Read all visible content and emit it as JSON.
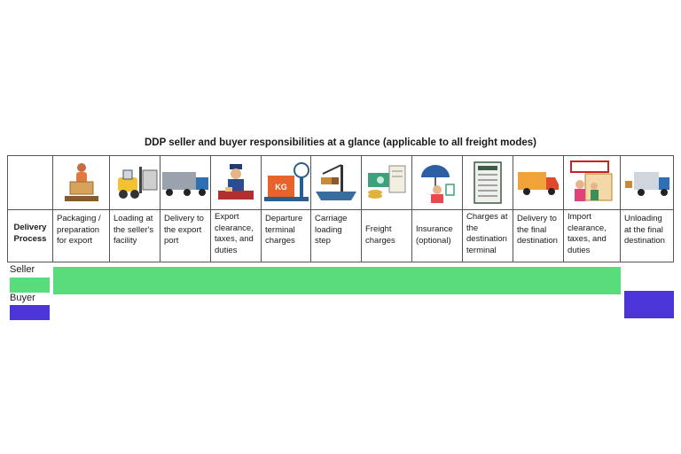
{
  "title": "DDP seller and buyer responsibilities at a glance (applicable to all freight modes)",
  "row_header": "Delivery Process",
  "steps": [
    {
      "label": "Packaging / preparation for export",
      "icon": "packaging-icon"
    },
    {
      "label": "Loading at the seller's facility",
      "icon": "forklift-icon"
    },
    {
      "label": "Delivery to the export port",
      "icon": "truck-icon"
    },
    {
      "label": "Export clearance, taxes, and duties",
      "icon": "customs-officer-icon"
    },
    {
      "label": "Departure terminal charges",
      "icon": "scale-kg-icon"
    },
    {
      "label": "Carriage loading step",
      "icon": "crane-ship-icon"
    },
    {
      "label": "Freight charges",
      "icon": "money-bill-icon"
    },
    {
      "label": "Insurance (optional)",
      "icon": "insurance-umbrella-icon"
    },
    {
      "label": "Charges at the destination terminal",
      "icon": "receipt-icon"
    },
    {
      "label": "Delivery to the final destination",
      "icon": "delivery-van-icon"
    },
    {
      "label": "Import clearance, taxes, and duties",
      "icon": "approved-stamp-icon"
    },
    {
      "label": "Unloading at the final destination",
      "icon": "unloading-truck-icon"
    }
  ],
  "legend": {
    "seller": {
      "label": "Seller",
      "color": "#58dc7c"
    },
    "buyer": {
      "label": "Buyer",
      "color": "#4a35d8"
    }
  }
}
